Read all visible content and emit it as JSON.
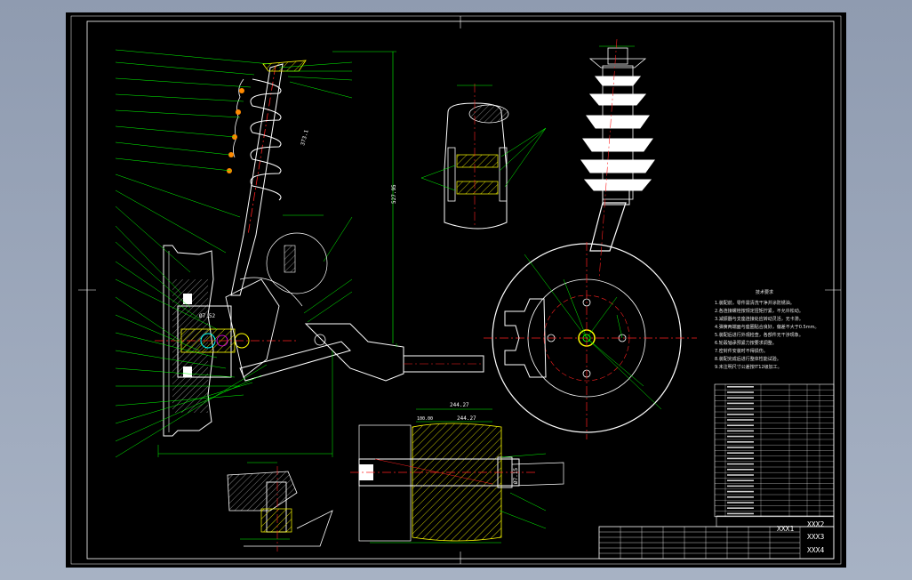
{
  "colors": {
    "background": "#000000",
    "frame": "#ffffff",
    "leader": "#00ff00",
    "centerline": "#ff2020",
    "hatch": "#ffff00",
    "part": "#ffffff",
    "accent": "#ff00ff",
    "cyan": "#00ffff"
  },
  "dimensions": {
    "flange_width_top": "244.27",
    "flange_width_mid": "244.27",
    "dim_small": "100.00",
    "bolt_dia": "Ø7.15",
    "hub_dia": "Ø7.52",
    "spring_len": "373.1"
  },
  "notes": {
    "title": "技术要求",
    "items": [
      "1.装配前，零件需清洗干净并涂防锈油。",
      "2.各连接螺栓按规定扭矩拧紧，不允许松动。",
      "3.减振器与支座连接处应转动灵活，无卡滞。",
      "4.弹簧两端面与座圈贴合良好，偏差不大于0.5mm。",
      "5.装配后进行外观检查，各部件无干涉现象。",
      "6.轮毂轴承预紧力按要求调整。",
      "7.密封件安装时不得损伤。",
      "8.装配完成后进行整体性能试验。",
      "9.未注明尺寸公差按IT12级加工。"
    ]
  },
  "title_block": {
    "field1": "XXX1",
    "field2": "XXX2",
    "field3": "XXX3",
    "field4": "XXX4"
  }
}
